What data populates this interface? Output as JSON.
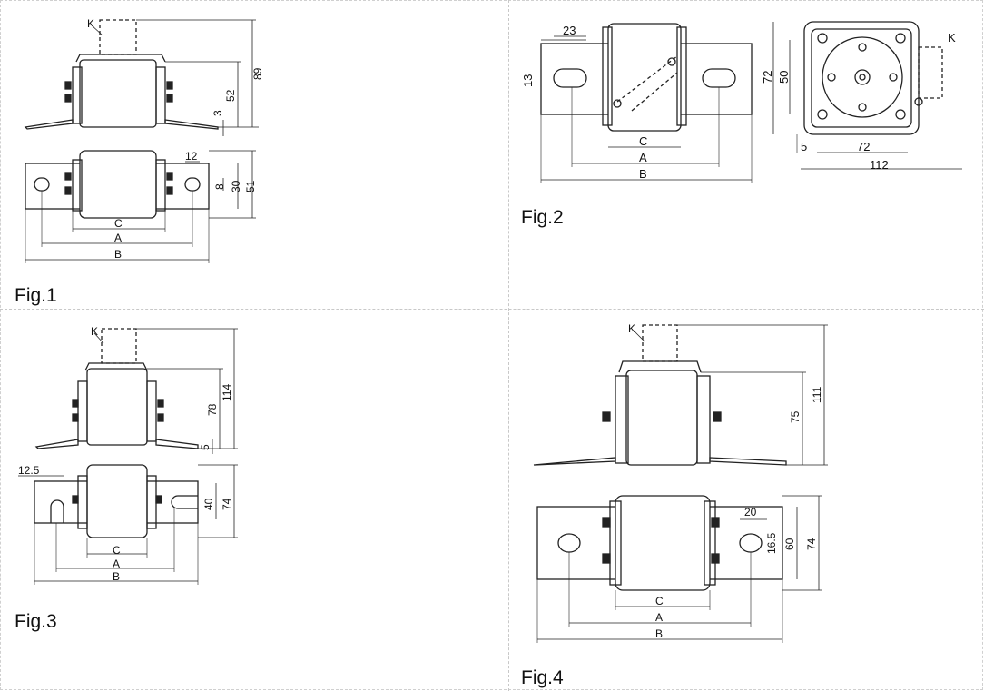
{
  "figures": [
    {
      "label": "Fig.1",
      "dims": {
        "k": "K",
        "h89": "89",
        "h52": "52",
        "h3": "3",
        "w12": "12",
        "h8": "8",
        "h30": "30",
        "h51": "51",
        "c": "C",
        "a": "A",
        "b": "B"
      }
    },
    {
      "label": "Fig.2",
      "dims": {
        "w23": "23",
        "h13": "13",
        "c": "C",
        "a": "A",
        "b": "B",
        "h72": "72",
        "h50": "50",
        "k": "K",
        "w5": "5",
        "w72": "72",
        "w112": "112"
      }
    },
    {
      "label": "Fig.3",
      "dims": {
        "k": "K",
        "h114": "114",
        "h78": "78",
        "h5": "5",
        "w125": "12.5",
        "h40": "40",
        "h74": "74",
        "c": "C",
        "a": "A",
        "b": "B"
      }
    },
    {
      "label": "Fig.4",
      "dims": {
        "k": "K",
        "h111": "111",
        "h75": "75",
        "w20": "20",
        "h165": "16.5",
        "h60": "60",
        "h74": "74",
        "c": "C",
        "a": "A",
        "b": "B"
      }
    }
  ],
  "colors": {
    "line": "#222222",
    "grid": "#c8c8c8"
  }
}
